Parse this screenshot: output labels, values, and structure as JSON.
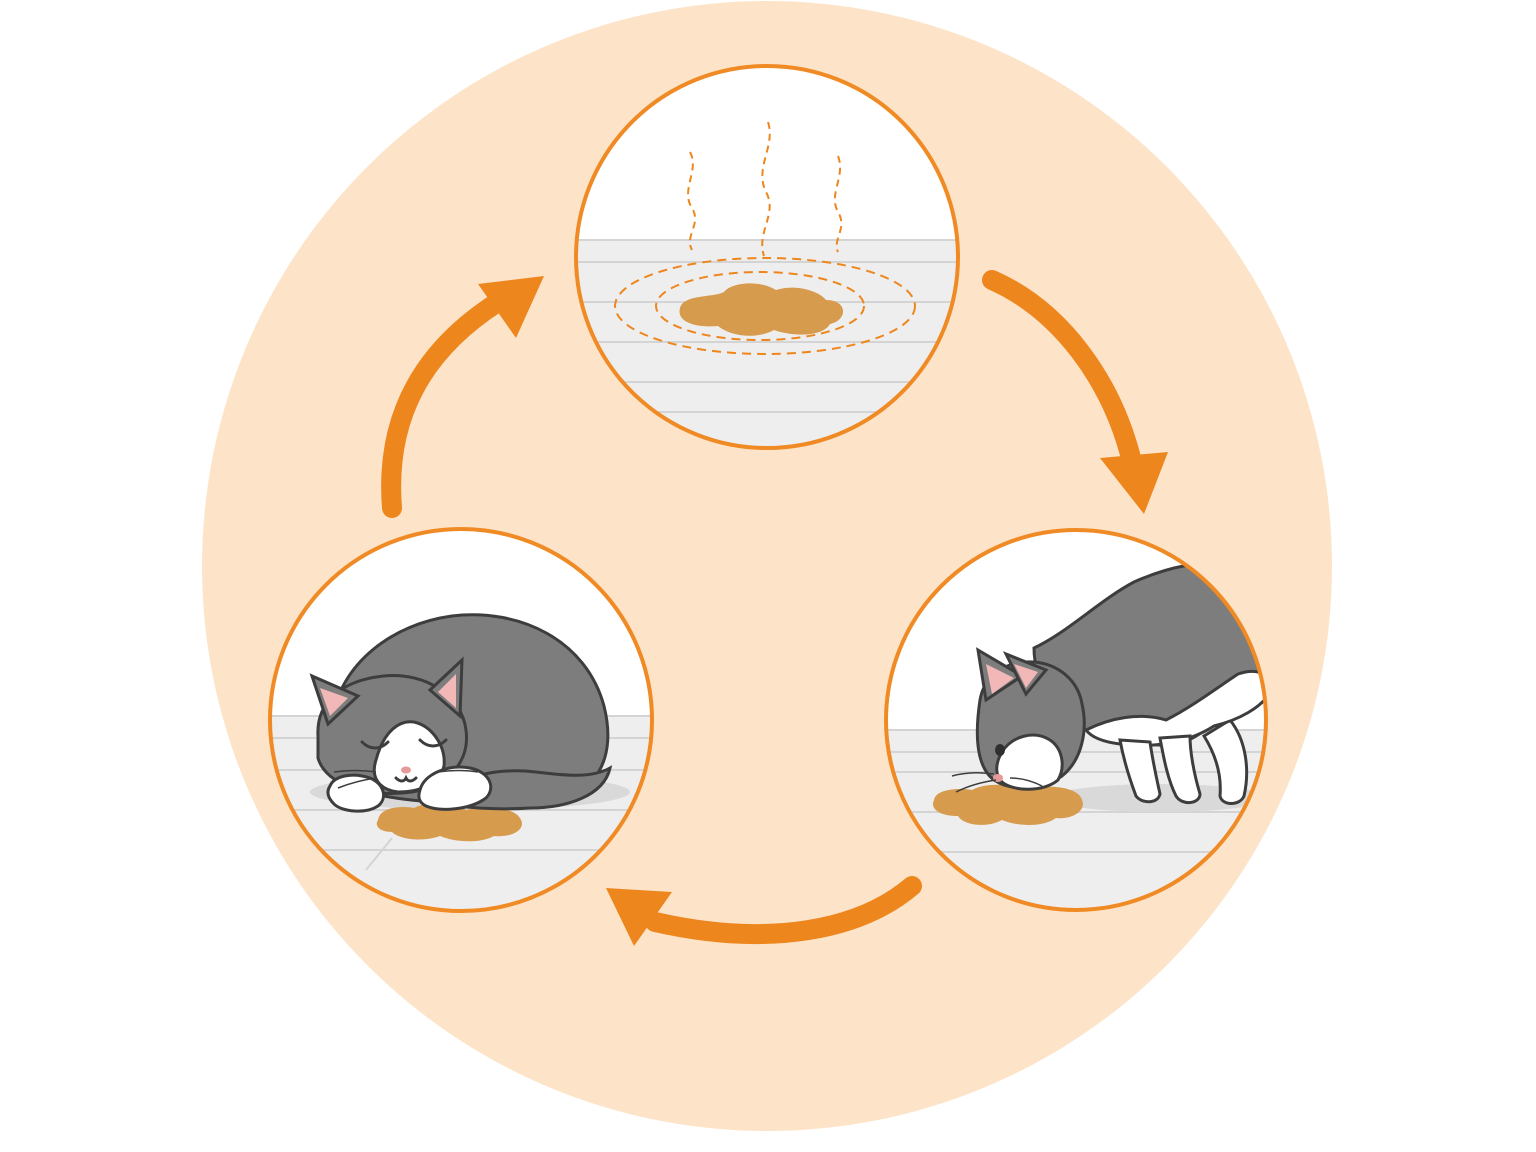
{
  "diagram": {
    "kind": "cycle",
    "colors": {
      "background": "#ffffff",
      "disc": "#fde4c9",
      "accent": "#ee861e",
      "ring": "#f08a24",
      "floor": "#eeeeee",
      "floor_line": "#d4d4d4",
      "stain": "#d79b4e",
      "cat_gray": "#7d7d7d",
      "cat_outline": "#3d3d3d",
      "cat_white": "#ffffff",
      "ear_pink": "#f2b7b7"
    },
    "stages": [
      {
        "id": "stain",
        "icon": "odor-stain-icon"
      },
      {
        "id": "sniff",
        "icon": "sniffing-cat-icon"
      },
      {
        "id": "rest",
        "icon": "sleeping-cat-icon"
      }
    ],
    "arrows": [
      {
        "from": "stain",
        "to": "sniff"
      },
      {
        "from": "sniff",
        "to": "rest"
      },
      {
        "from": "rest",
        "to": "stain"
      }
    ]
  }
}
